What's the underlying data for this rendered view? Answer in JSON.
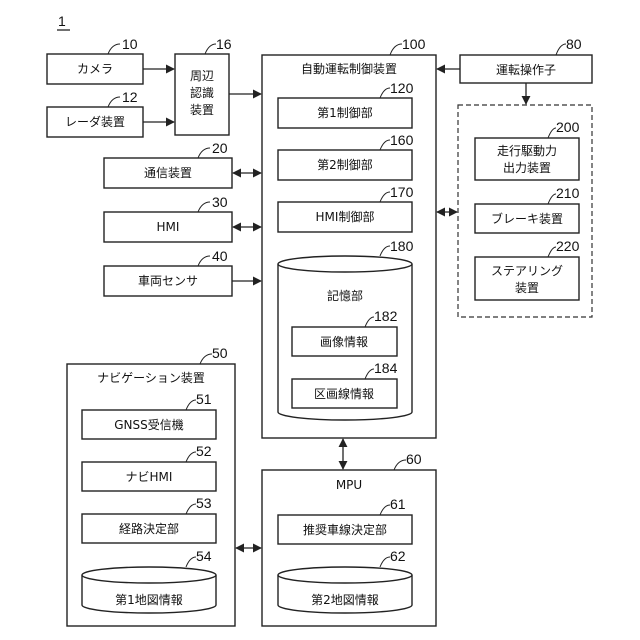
{
  "figure_number": "1",
  "blocks": {
    "camera": {
      "label": "カメラ",
      "ref": "10"
    },
    "radar": {
      "label": "レーダ装置",
      "ref": "12"
    },
    "recognition": {
      "lines": [
        "周辺",
        "認識",
        "装置"
      ],
      "ref": "16"
    },
    "comm": {
      "label": "通信装置",
      "ref": "20"
    },
    "hmi": {
      "label": "HMI",
      "ref": "30"
    },
    "vehicle_sensor": {
      "label": "車両センサ",
      "ref": "40"
    },
    "auto_drive": {
      "label": "自動運転制御装置",
      "ref": "100"
    },
    "ctrl1": {
      "label": "第1制御部",
      "ref": "120"
    },
    "ctrl2": {
      "label": "第2制御部",
      "ref": "160"
    },
    "hmi_ctrl": {
      "label": "HMI制御部",
      "ref": "170"
    },
    "storage": {
      "label": "記憶部",
      "ref": "180"
    },
    "image_info": {
      "label": "画像情報",
      "ref": "182"
    },
    "lane_info": {
      "label": "区画線情報",
      "ref": "184"
    },
    "driving_op": {
      "label": "運転操作子",
      "ref": "80"
    },
    "drive_force": {
      "lines": [
        "走行駆動力",
        "出力装置"
      ],
      "ref": "200"
    },
    "brake": {
      "label": "ブレーキ装置",
      "ref": "210"
    },
    "steering": {
      "lines": [
        "ステアリング",
        "装置"
      ],
      "ref": "220"
    },
    "navigation": {
      "label": "ナビゲーション装置",
      "ref": "50"
    },
    "gnss": {
      "label": "GNSS受信機",
      "ref": "51"
    },
    "navi_hmi": {
      "label": "ナビHMI",
      "ref": "52"
    },
    "route": {
      "label": "経路決定部",
      "ref": "53"
    },
    "map1": {
      "label": "第1地図情報",
      "ref": "54"
    },
    "mpu": {
      "label": "MPU",
      "ref": "60"
    },
    "lane_decision": {
      "label": "推奨車線決定部",
      "ref": "61"
    },
    "map2": {
      "label": "第2地図情報",
      "ref": "62"
    }
  }
}
